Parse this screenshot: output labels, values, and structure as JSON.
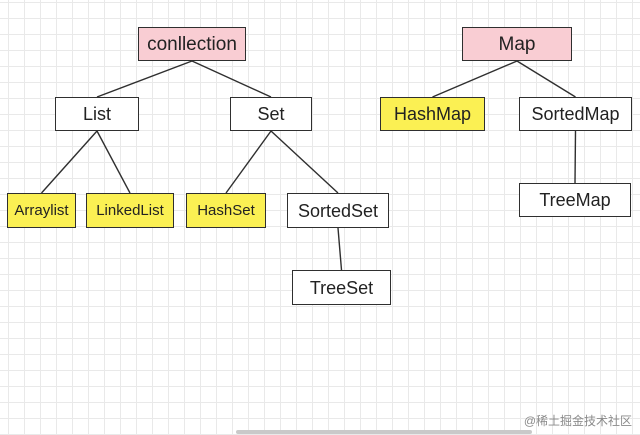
{
  "colors": {
    "root_fill": "#f9cdd3",
    "highlight_fill": "#fbf053",
    "plain_fill": "#ffffff"
  },
  "nodes": {
    "collection": {
      "label": "conllection",
      "style": "root"
    },
    "list": {
      "label": "List",
      "style": "plain"
    },
    "set": {
      "label": "Set",
      "style": "plain"
    },
    "arraylist": {
      "label": "Arraylist",
      "style": "highlight"
    },
    "linkedlist": {
      "label": "LinkedList",
      "style": "highlight"
    },
    "hashset": {
      "label": "HashSet",
      "style": "highlight"
    },
    "sortedset": {
      "label": "SortedSet",
      "style": "plain"
    },
    "treeset": {
      "label": "TreeSet",
      "style": "plain"
    },
    "map": {
      "label": "Map",
      "style": "root"
    },
    "hashmap": {
      "label": "HashMap",
      "style": "highlight"
    },
    "sortedmap": {
      "label": "SortedMap",
      "style": "plain"
    },
    "treemap": {
      "label": "TreeMap",
      "style": "plain"
    }
  },
  "edges": [
    [
      "collection",
      "list"
    ],
    [
      "collection",
      "set"
    ],
    [
      "list",
      "arraylist"
    ],
    [
      "list",
      "linkedlist"
    ],
    [
      "set",
      "hashset"
    ],
    [
      "set",
      "sortedset"
    ],
    [
      "sortedset",
      "treeset"
    ],
    [
      "map",
      "hashmap"
    ],
    [
      "map",
      "sortedmap"
    ],
    [
      "sortedmap",
      "treemap"
    ]
  ],
  "watermark": "@稀土掘金技术社区"
}
